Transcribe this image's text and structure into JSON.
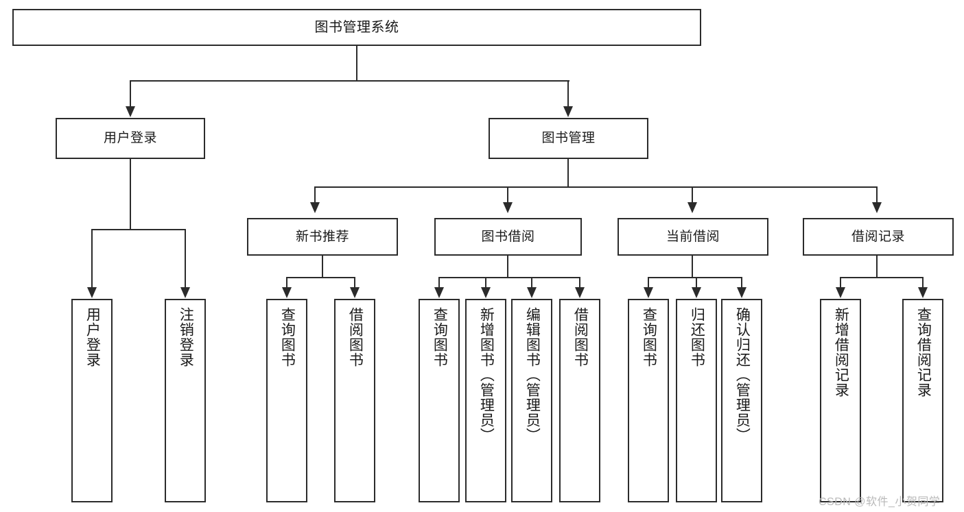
{
  "diagram": {
    "title": "图书管理系统",
    "type": "hierarchy-tree",
    "root": {
      "label": "图书管理系统"
    },
    "level2": [
      {
        "label": "用户登录"
      },
      {
        "label": "图书管理"
      }
    ],
    "level3": [
      {
        "label": "新书推荐"
      },
      {
        "label": "图书借阅"
      },
      {
        "label": "当前借阅"
      },
      {
        "label": "借阅记录"
      }
    ],
    "leaves": {
      "user_login": [
        {
          "label": "用户登录"
        },
        {
          "label": "注销登录"
        }
      ],
      "new_book_recommend": [
        {
          "label": "查询图书"
        },
        {
          "label": "借阅图书"
        }
      ],
      "book_borrow": [
        {
          "label": "查询图书"
        },
        {
          "label": "新增图书（管理员）"
        },
        {
          "label": "编辑图书（管理员）"
        },
        {
          "label": "借阅图书"
        }
      ],
      "current_borrow": [
        {
          "label": "查询图书"
        },
        {
          "label": "归还图书"
        },
        {
          "label": "确认归还（管理员）"
        }
      ],
      "borrow_record": [
        {
          "label": "新增借阅记录"
        },
        {
          "label": "查询借阅记录"
        }
      ]
    }
  },
  "watermark": {
    "text": "CSDN @软件_小贺同学"
  },
  "colors": {
    "border": "#2b2b2b",
    "background": "#ffffff",
    "text": "#1a1a1a",
    "watermark": "#b9b9b9"
  }
}
